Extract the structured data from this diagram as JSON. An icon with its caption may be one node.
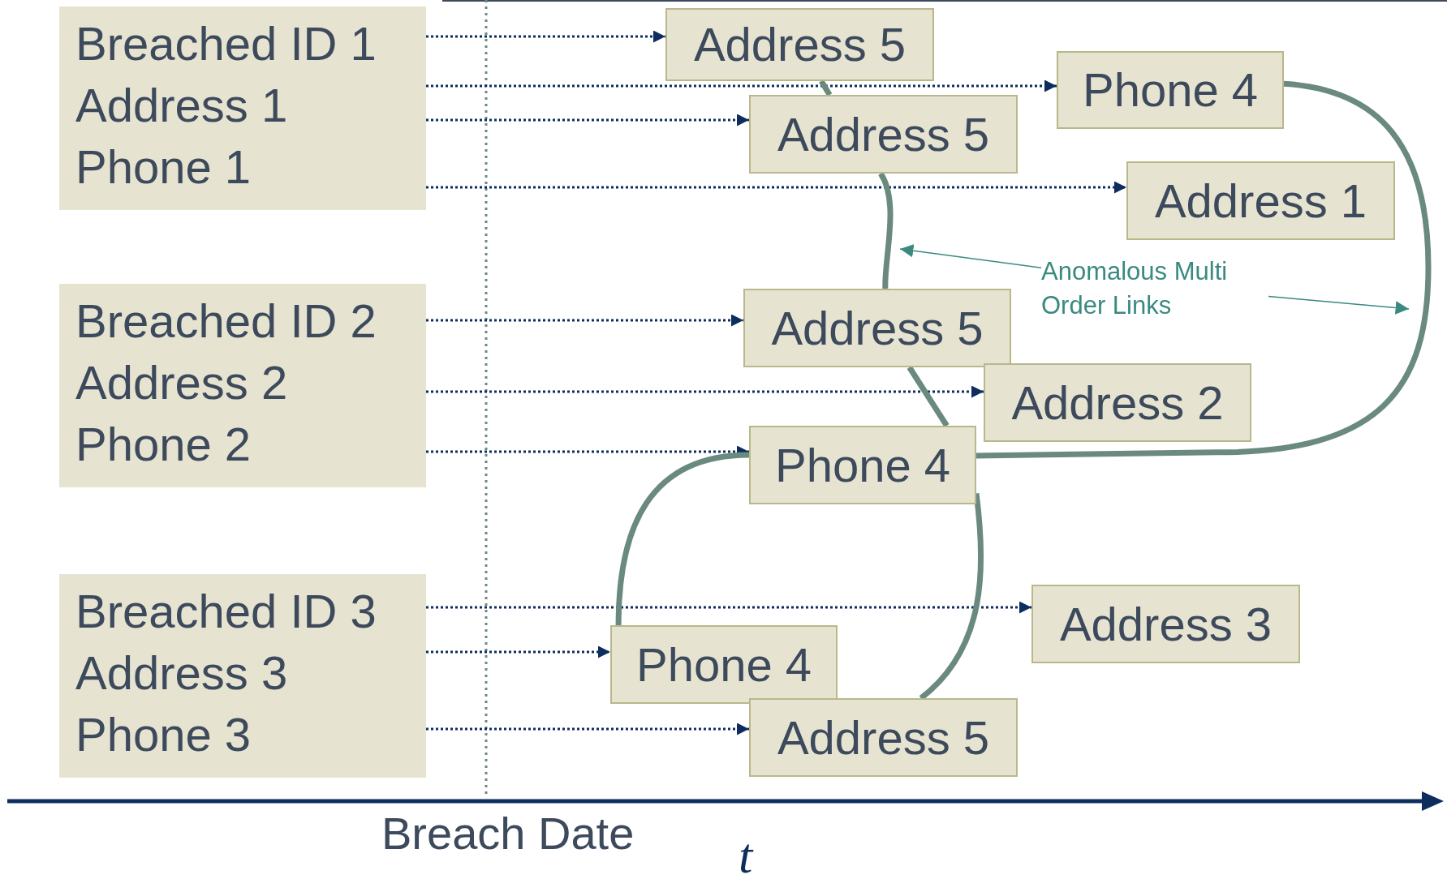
{
  "diagram": {
    "nodes": [
      {
        "text": [
          "Breached ID 1",
          "Address 1",
          "Phone 1"
        ]
      },
      {
        "text": [
          "Address 5"
        ]
      },
      {
        "text": [
          "Phone 4"
        ]
      },
      {
        "text": [
          "Address 5"
        ]
      },
      {
        "text": [
          "Address 1"
        ]
      },
      {
        "text": [
          "Anomalous Multi Order Links"
        ]
      },
      {
        "text": [
          "Breached ID 2",
          "Address 2",
          "Phone 2"
        ]
      },
      {
        "text": [
          "Address 5"
        ]
      },
      {
        "text": [
          "Address 2"
        ]
      },
      {
        "text": [
          "Phone 4"
        ]
      },
      {
        "text": [
          "Breached ID 3",
          "Address 3",
          "Phone 3"
        ]
      },
      {
        "text": [
          "Address 3"
        ]
      },
      {
        "text": [
          "Phone 4"
        ]
      },
      {
        "text": [
          "Address 5"
        ]
      }
    ],
    "edges": [
      {
        "from": 0,
        "to": 1,
        "arrow": "to",
        "style": "dashed"
      },
      {
        "from": 0,
        "to": 2,
        "arrow": "to",
        "style": "dashed"
      },
      {
        "from": 0,
        "to": 3,
        "arrow": "to",
        "style": "dashed"
      },
      {
        "from": 0,
        "to": 4,
        "arrow": "to",
        "style": "dashed"
      },
      {
        "from": 6,
        "to": 7,
        "arrow": "to",
        "style": "dashed"
      },
      {
        "from": 6,
        "to": 8,
        "arrow": "to",
        "style": "dashed"
      },
      {
        "from": 6,
        "to": 9,
        "arrow": "to",
        "style": "dashed"
      },
      {
        "from": 10,
        "to": 11,
        "arrow": "to",
        "style": "dashed"
      },
      {
        "from": 10,
        "to": 12,
        "arrow": "to",
        "style": "dashed"
      },
      {
        "from": 10,
        "to": 13,
        "arrow": "to",
        "style": "dashed"
      },
      {
        "from": 1,
        "to": 3,
        "arrow": "none",
        "style": "thick",
        "color": "#6a8a7f"
      },
      {
        "from": 3,
        "to": 7,
        "arrow": "none",
        "style": "thick",
        "color": "#6a8a7f"
      },
      {
        "from": 7,
        "to": 9,
        "arrow": "none",
        "style": "thick",
        "color": "#6a8a7f"
      },
      {
        "from": 2,
        "to": 9,
        "arrow": "none",
        "style": "thick",
        "color": "#6a8a7f"
      },
      {
        "from": 9,
        "to": 12,
        "arrow": "none",
        "style": "thick",
        "color": "#6a8a7f"
      },
      {
        "from": 9,
        "to": 13,
        "arrow": "none",
        "style": "thick",
        "color": "#6a8a7f"
      },
      {
        "from": 5,
        "to": null,
        "arrow": "to",
        "color": "#3a8a80"
      },
      {
        "from": 5,
        "to": null,
        "arrow": "to",
        "color": "#3a8a80"
      }
    ],
    "labels": [
      "Breach Date",
      "t"
    ]
  }
}
